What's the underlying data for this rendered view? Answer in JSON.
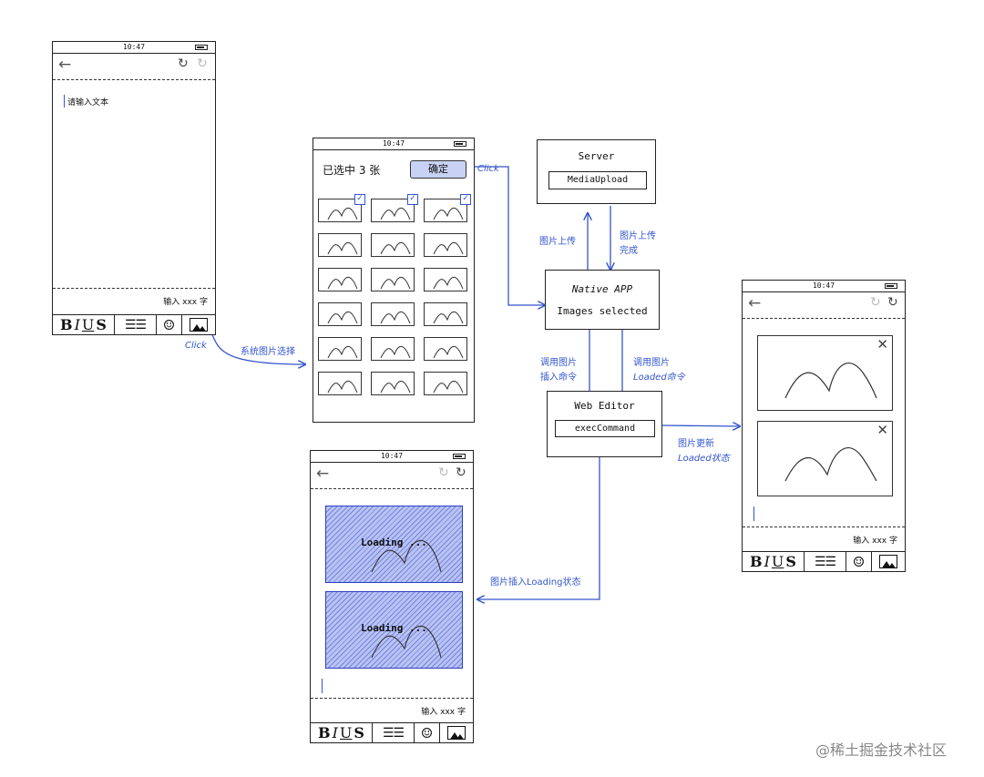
{
  "status_time": "10:47",
  "phone1": {
    "placeholder": "请输入文本",
    "word_count": "输入 xxx 字",
    "toolbar": {
      "bold": "B",
      "italic": "I",
      "underline": "U",
      "strike": "S"
    }
  },
  "picker": {
    "selected": "已选中 3 张",
    "confirm": "确定",
    "selected_count": 3,
    "total_count": 18
  },
  "server": {
    "title": "Server",
    "module": "MediaUpload"
  },
  "native": {
    "title": "Native APP",
    "subtitle": "Images selected"
  },
  "web_editor": {
    "title": "Web Editor",
    "command": "execCommand"
  },
  "phone_loading": {
    "card_label": "Loading ...",
    "word_count": "输入 xxx 字"
  },
  "phone_loaded": {
    "word_count": "输入 xxx 字"
  },
  "arrows": {
    "click1": "Click",
    "system_pick": "系统图片选择",
    "click2": "Click",
    "upload": "图片上传",
    "upload_done_1": "图片上传",
    "upload_done_2": "完成",
    "insert_cmd_1": "调用图片",
    "insert_cmd_2": "插入命令",
    "loaded_cmd_1": "调用图片",
    "loaded_cmd_2": "Loaded命令",
    "update_1": "图片更新",
    "update_2": "Loaded状态",
    "insert_loading": "图片插入Loading状态"
  },
  "watermark": "@稀土掘金技术社区",
  "colors": {
    "accent": "#3355cc",
    "loading_fill": "#b9c3f2",
    "button_fill": "#c8d2f5"
  }
}
